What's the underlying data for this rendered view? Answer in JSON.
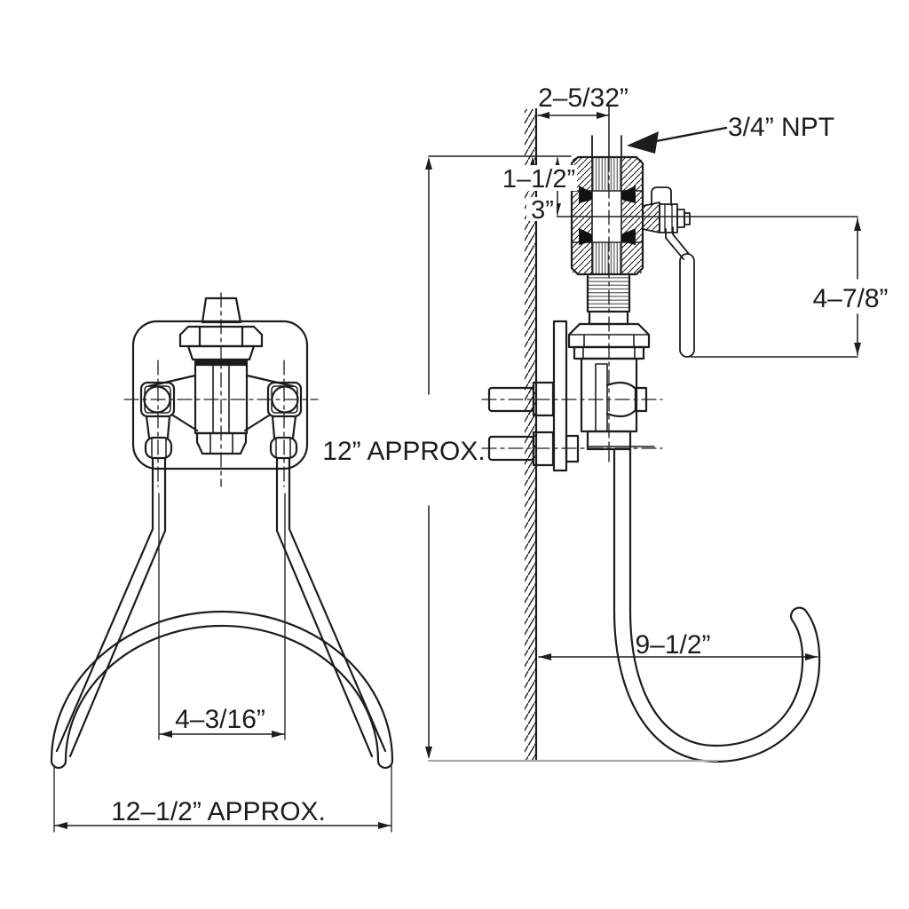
{
  "drawing": {
    "type": "technical-dimension-drawing",
    "subject": "wall-mounted hose hook with ball valve, front and side views",
    "labels": {
      "top_offset": "2–5/32”",
      "thread_spec": "3/4” NPT",
      "wall_inset": "1–1/2”",
      "stem_offset": "3”",
      "handle_drop": "4–7/8”",
      "overall_height": "12” APPROX.",
      "hook_reach": "9–1/2”",
      "rod_spacing": "4–3/16”",
      "hoop_width": "12–1/2” APPROX."
    },
    "colors": {
      "line": "#1d1d1d",
      "thread_line": "#4a4a4a",
      "reference_line": "#a6a6a6",
      "background": "#ffffff"
    }
  }
}
